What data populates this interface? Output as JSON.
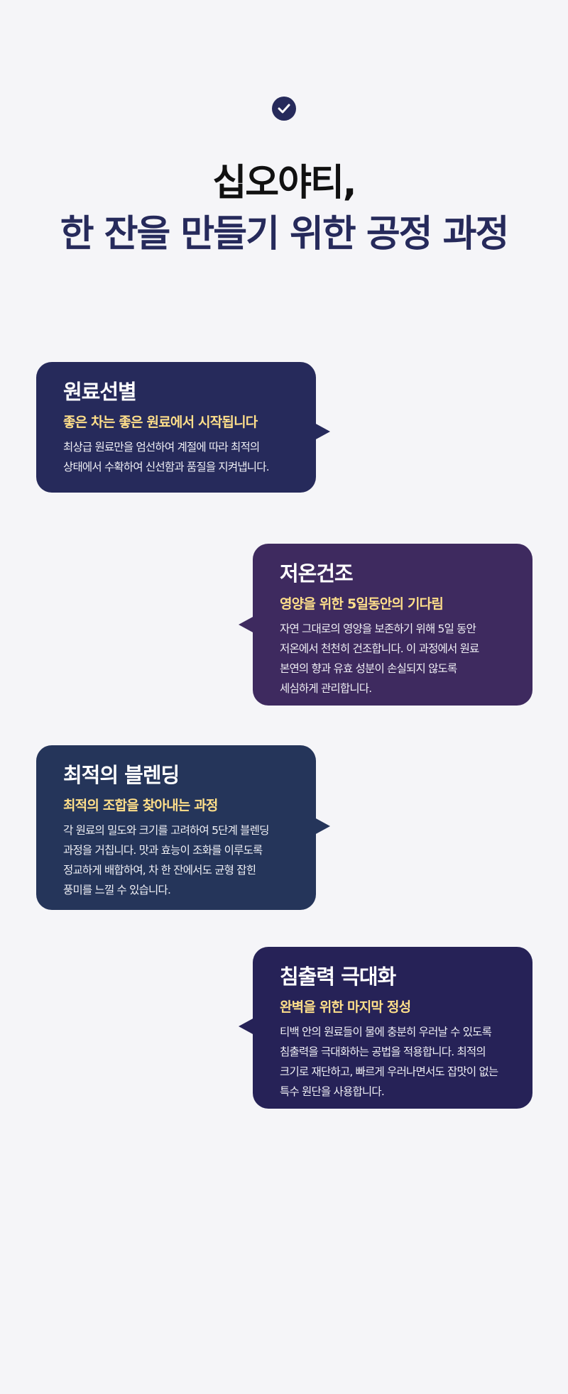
{
  "header": {
    "icon": "check-circle-icon",
    "title_line1": "십오야티,",
    "title_line2": "한 잔을 만들기 위한 공정 과정"
  },
  "steps": [
    {
      "title": "원료선별",
      "subtitle": "좋은 차는 좋은 원료에서 시작됩니다",
      "description": "최상급 원료만을 엄선하여 계절에 따라 최적의\n상태에서 수확하여 신선함과 품질을 지켜냅니다."
    },
    {
      "title": "저온건조",
      "subtitle": "영양을 위한 5일동안의 기다림",
      "description": "자연 그대로의 영양을 보존하기 위해 5일 동안\n저온에서 천천히 건조합니다. 이 과정에서 원료\n본연의 향과 유효 성분이 손실되지 않도록\n세심하게 관리합니다."
    },
    {
      "title": "최적의 블렌딩",
      "subtitle": "최적의 조합을 찾아내는 과정",
      "description": "각 원료의 밀도와 크기를 고려하여 5단계 블렌딩\n과정을 거칩니다. 맛과 효능이 조화를 이루도록\n정교하게 배합하여, 차 한 잔에서도 균형 잡힌\n풍미를 느낄 수 있습니다."
    },
    {
      "title": "침출력 극대화",
      "subtitle": "완벽을 위한 마지막 정성",
      "description": "티백 안의 원료들이 물에 충분히 우러날 수 있도록\n침출력을 극대화하는 공법을 적용합니다. 최적의\n크기로 재단하고, 빠르게 우러나면서도 잡맛이 없는\n특수 원단을 사용합니다."
    }
  ],
  "colors": {
    "background": "#f5f5f8",
    "navy": "#262a5b",
    "purple": "#3e2a5f",
    "slate": "#25355a",
    "indigo": "#262257",
    "accent": "#ffdf8a"
  }
}
